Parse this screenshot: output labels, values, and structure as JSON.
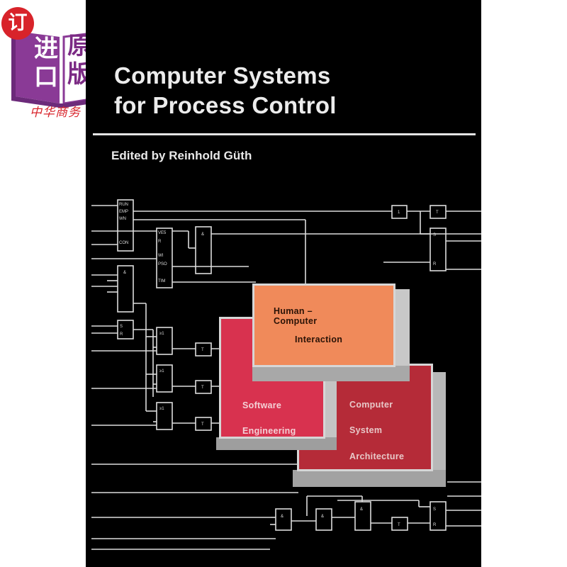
{
  "badge": {
    "corner_char": "订",
    "chars": [
      "进",
      "原",
      "口",
      "版"
    ],
    "subtitle": "中华商务"
  },
  "cover": {
    "title_lines": [
      "Computer Systems",
      "for Process Control"
    ],
    "editor": "Edited by Reinhold Güth",
    "boxes": {
      "human_computer": {
        "line1": "Human – Computer",
        "line2": "Interaction",
        "color": "#f08a5a"
      },
      "software_engineering": {
        "line1": "Software",
        "line2": "Engineering",
        "color": "#d8324f"
      },
      "computer_system_architecture": {
        "line1": "Computer",
        "line2": "System",
        "line3": "Architecture",
        "color": "#b52b38"
      }
    },
    "circuit_labels": {
      "flipflop_left": [
        "RUN",
        "EMP",
        "WN",
        "CON"
      ],
      "flipflop_mid": [
        "VE5",
        "R",
        "WI",
        "PSO",
        "TIM"
      ],
      "gate_and": "&",
      "gate_ge1": "≥1",
      "timer": "T",
      "set": "S",
      "reset": "R",
      "inverter": "1"
    },
    "colors": {
      "background": "#000000",
      "lines": "#dcdcdc"
    }
  }
}
